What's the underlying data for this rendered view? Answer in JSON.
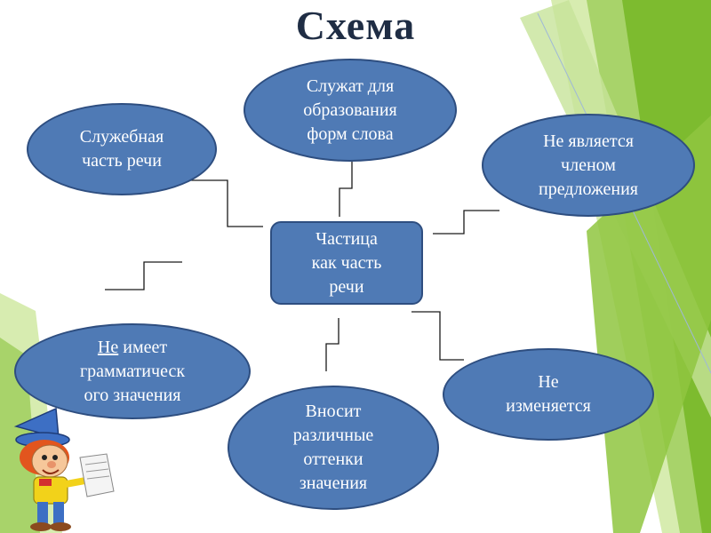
{
  "title": "Схема",
  "center": {
    "lines": [
      "Частица",
      "как часть",
      "речи"
    ]
  },
  "nodes": {
    "top": {
      "lines": [
        "Служат для",
        "образования",
        "форм слова"
      ]
    },
    "left_top": {
      "lines": [
        "Служебная",
        "часть речи"
      ]
    },
    "right_top": {
      "lines": [
        "Не является",
        "членом",
        "предложения"
      ]
    },
    "left_bottom": {
      "underlined": "Не",
      "rest": " имеет",
      "lines": [
        "грамматическ",
        "ого значения"
      ]
    },
    "bottom": {
      "lines": [
        "Вносит",
        "различные",
        "оттенки",
        "значения"
      ]
    },
    "right_bottom": {
      "lines": [
        "Не",
        "изменяется"
      ]
    }
  },
  "colors": {
    "node_fill": "#4f7ab5",
    "node_border": "#2e4e80",
    "title": "#1f2d44",
    "connector": "#1a1a1a",
    "accent_green": "#7dbb2f"
  }
}
